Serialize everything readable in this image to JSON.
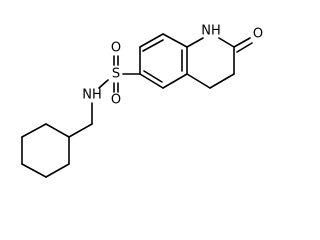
{
  "molecule": {
    "atom_labels": {
      "amide_nh": "NH",
      "carbonyl_o": "O",
      "sulfonyl_o_top": "O",
      "sulfonyl_o_bottom": "O",
      "sulfur": "S",
      "sulfonamide_nh": "NH"
    }
  }
}
